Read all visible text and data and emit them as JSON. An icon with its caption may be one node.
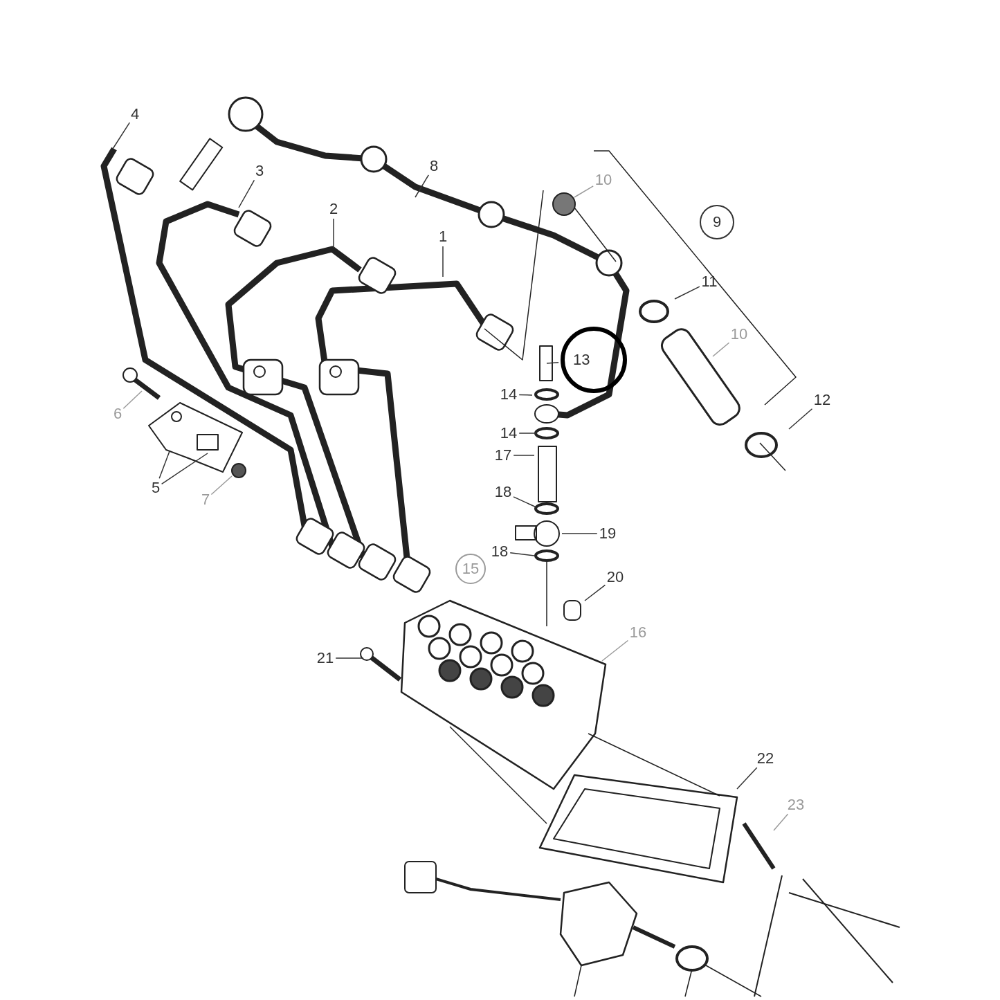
{
  "diagram": {
    "nodes": [
      {
        "text": [
          "4"
        ]
      },
      {
        "text": [
          "3"
        ]
      },
      {
        "text": [
          "8"
        ]
      },
      {
        "text": [
          "10"
        ]
      },
      {
        "text": [
          "2"
        ]
      },
      {
        "text": [
          "9"
        ]
      },
      {
        "text": [
          "1"
        ]
      },
      {
        "text": [
          "11"
        ]
      },
      {
        "text": [
          "10"
        ]
      },
      {
        "text": [
          "13"
        ]
      },
      {
        "text": [
          "14"
        ]
      },
      {
        "text": [
          "12"
        ]
      },
      {
        "text": [
          "6"
        ]
      },
      {
        "text": [
          "14"
        ]
      },
      {
        "text": [
          "5"
        ]
      },
      {
        "text": [
          "17"
        ]
      },
      {
        "text": [
          "7"
        ]
      },
      {
        "text": [
          "18"
        ]
      },
      {
        "text": [
          "19"
        ]
      },
      {
        "text": [
          "18"
        ]
      },
      {
        "text": [
          "15"
        ]
      },
      {
        "text": [
          "20"
        ]
      },
      {
        "text": [
          "16"
        ]
      },
      {
        "text": [
          "21"
        ]
      },
      {
        "text": [
          "22"
        ]
      },
      {
        "text": [
          "23"
        ]
      }
    ],
    "edges": [
      {
        "from": 0,
        "to": null,
        "arrow": "none"
      },
      {
        "from": 1,
        "to": null,
        "arrow": "none"
      },
      {
        "from": 2,
        "to": null,
        "arrow": "none"
      },
      {
        "from": 3,
        "to": null,
        "arrow": "none",
        "color": "#9a9a9a"
      },
      {
        "from": 4,
        "to": null,
        "arrow": "none"
      },
      {
        "from": 6,
        "to": null,
        "arrow": "none"
      },
      {
        "from": 7,
        "to": null,
        "arrow": "none"
      },
      {
        "from": 8,
        "to": null,
        "arrow": "none",
        "color": "#9a9a9a"
      },
      {
        "from": 9,
        "to": null,
        "arrow": "none"
      },
      {
        "from": 10,
        "to": null,
        "arrow": "none"
      },
      {
        "from": 11,
        "to": null,
        "arrow": "none"
      },
      {
        "from": 12,
        "to": null,
        "arrow": "none",
        "color": "#9a9a9a"
      },
      {
        "from": 13,
        "to": null,
        "arrow": "none"
      },
      {
        "from": 14,
        "to": null,
        "arrow": "none"
      },
      {
        "from": 14,
        "to": null,
        "arrow": "none"
      },
      {
        "from": 15,
        "to": null,
        "arrow": "none"
      },
      {
        "from": 16,
        "to": null,
        "arrow": "none",
        "color": "#9a9a9a"
      },
      {
        "from": 17,
        "to": null,
        "arrow": "none"
      },
      {
        "from": 18,
        "to": null,
        "arrow": "none"
      },
      {
        "from": 19,
        "to": null,
        "arrow": "none"
      },
      {
        "from": 21,
        "to": null,
        "arrow": "none"
      },
      {
        "from": 22,
        "to": null,
        "arrow": "none",
        "color": "#9a9a9a"
      },
      {
        "from": 23,
        "to": null,
        "arrow": "none"
      },
      {
        "from": 24,
        "to": null,
        "arrow": "none"
      },
      {
        "from": 25,
        "to": null,
        "arrow": "none",
        "color": "#9a9a9a"
      }
    ]
  }
}
